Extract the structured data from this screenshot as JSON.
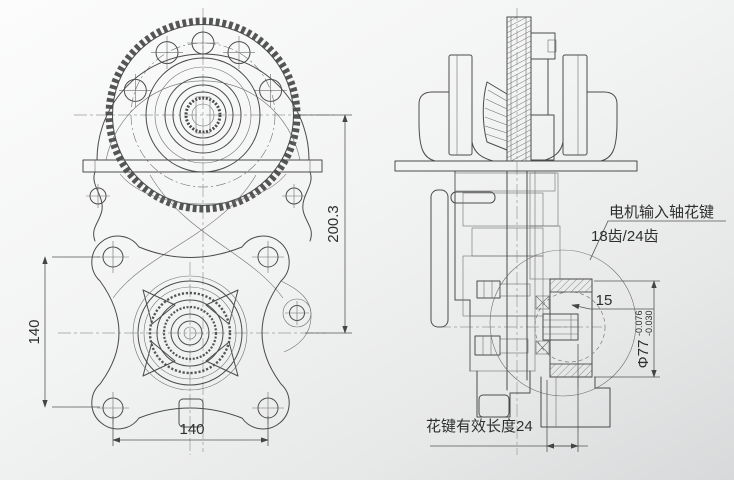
{
  "drawing": {
    "dimensions": {
      "overall_height": "200.3",
      "bolt_spacing_vertical": "140",
      "bolt_spacing_horizontal": "140",
      "shaft_step_length": "15",
      "diameter_main": "Φ77",
      "diameter_tol_upper": "-0.076",
      "diameter_tol_lower": "-0.030",
      "spline_effective_length": "花键有效长度24"
    },
    "annotations": {
      "spline_note_line1": "电机输入轴花键",
      "spline_note_line2": "18齿/24齿"
    },
    "colors": {
      "background_top": "#fcfcfc",
      "background_bottom": "#d8d9da",
      "line": "#4b4b4b",
      "dimension_text": "#2e2e2e"
    }
  }
}
